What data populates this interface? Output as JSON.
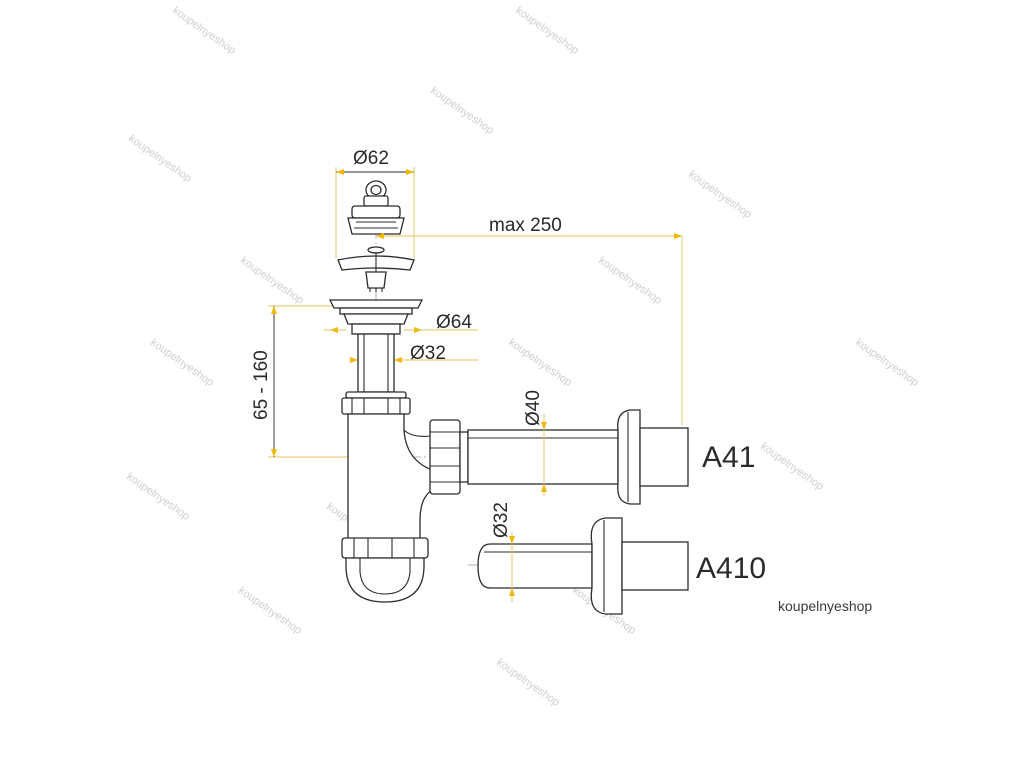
{
  "dimensions": {
    "strainer_diameter": "Ø62",
    "max_length": "max 250",
    "flange_diameter": "Ø64",
    "inlet_tube_diameter": "Ø32",
    "height_range": "65 - 160",
    "outlet_a41_diameter": "Ø40",
    "outlet_a410_diameter": "Ø32"
  },
  "variants": {
    "a41_label": "A41",
    "a410_label": "A410"
  },
  "brand": "koupelnyeshop",
  "watermark_text": "koupelnyeshop",
  "colors": {
    "drawing": "#2c2c2c",
    "dimension_arrow": "#f0b800",
    "extension_line": "#e3c35a",
    "watermark": "#cfcfcf"
  }
}
